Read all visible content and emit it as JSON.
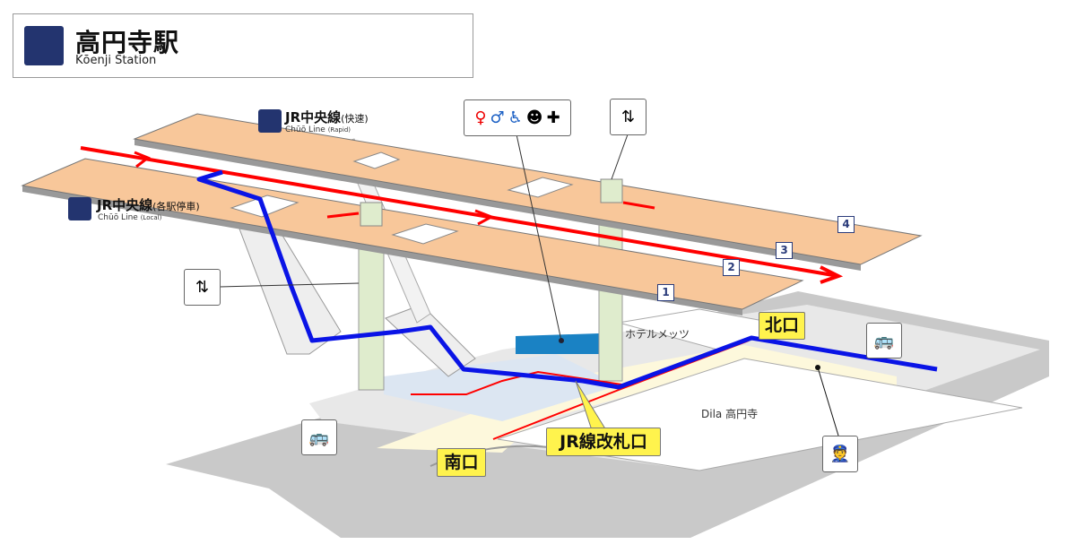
{
  "header": {
    "title": "高円寺駅",
    "subtitle": "Kōenji Station",
    "icon": "train-icon"
  },
  "lines": [
    {
      "name": "JR中央線",
      "qualifier": "(快速)",
      "sub": "Chūō Line",
      "sub_qualifier": "(Rapid)"
    },
    {
      "name": "JR中央線",
      "qualifier": "(各駅停車)",
      "sub": "Chūō Line",
      "sub_qualifier": "(Local)"
    }
  ],
  "platform_numbers": [
    "1",
    "2",
    "3",
    "4"
  ],
  "exits": {
    "north": "北口",
    "south": "南口",
    "gate": "JR線改札口"
  },
  "places": {
    "hotel": "ホテルメッツ",
    "mall": "Dila 高円寺"
  },
  "facilities": {
    "toilet_icons": [
      "women-icon",
      "men-icon",
      "wheelchair-icon",
      "baby-care-icon",
      "ostomate-icon"
    ],
    "elevator": "elevator-icon",
    "bus": "bus-icon",
    "staff": "station-staff-icon"
  },
  "colors": {
    "route": "#0a14e6",
    "exit_path": "#ff0000",
    "platform": "#f8c79a",
    "label": "#fff34d",
    "brand": "#23346f"
  }
}
